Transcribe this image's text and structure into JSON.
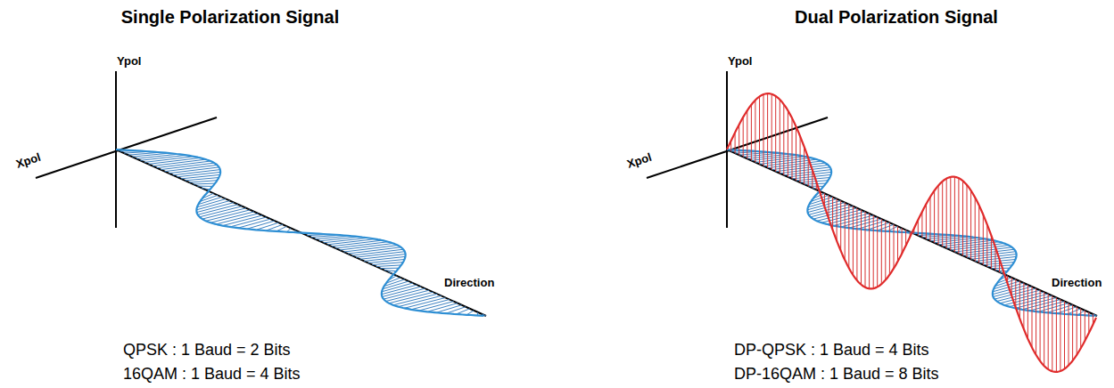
{
  "diagram": {
    "labels": [
      "Single Polarization Signal",
      "Ypol",
      "Xpol",
      "Direction",
      "QPSK : 1 Baud = 2 Bits",
      "16QAM : 1 Baud = 4 Bits",
      "Dual Polarization Signal",
      "Ypol",
      "Xpol",
      "Direction",
      "DP-QPSK : 1 Baud = 4 Bits",
      "DP-16QAM : 1 Baud = 8 Bits"
    ]
  }
}
